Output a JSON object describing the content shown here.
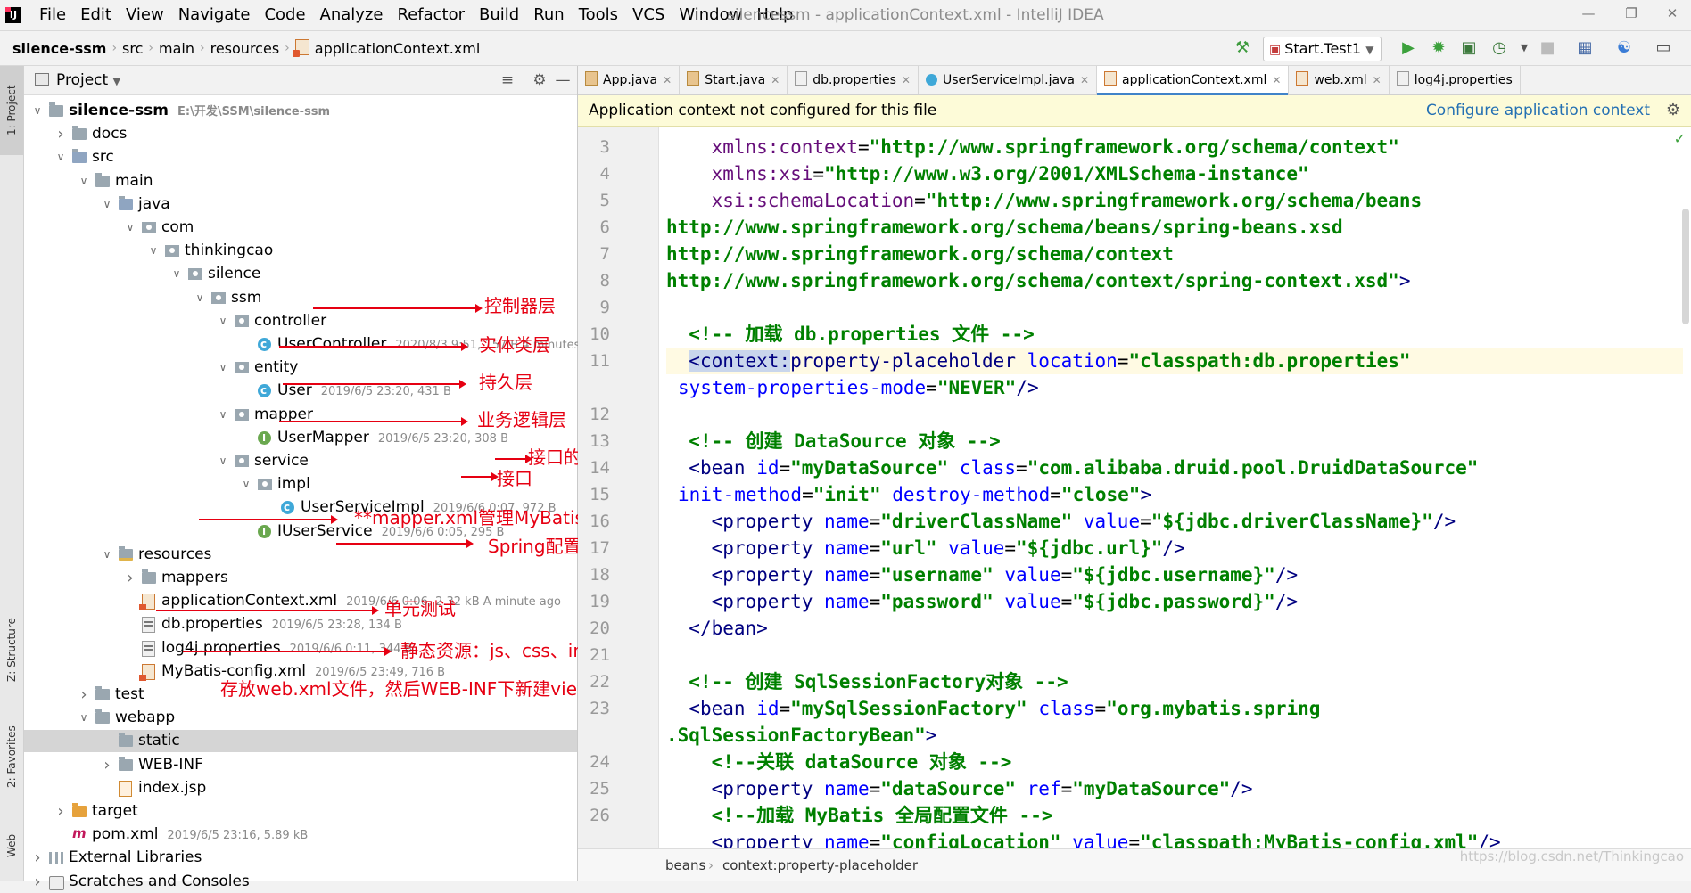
{
  "app": {
    "menus": [
      "File",
      "Edit",
      "View",
      "Navigate",
      "Code",
      "Analyze",
      "Refactor",
      "Build",
      "Run",
      "Tools",
      "VCS",
      "Window",
      "Help"
    ],
    "window_title": "silencessm - applicationContext.xml - IntelliJ IDEA"
  },
  "navbar": {
    "breadcrumbs": [
      "silence-ssm",
      "src",
      "main",
      "resources",
      "applicationContext.xml"
    ],
    "run_config": "Start.Test1"
  },
  "side_tabs": {
    "project": "1: Project",
    "structure": "Z: Structure",
    "favorites": "2: Favorites",
    "web": "Web"
  },
  "project_panel": {
    "title": "Project",
    "tree": [
      {
        "label": "silence-ssm",
        "meta": "E:\\开发\\SSM\\silence-ssm"
      },
      {
        "label": "docs"
      },
      {
        "label": "src"
      },
      {
        "label": "main"
      },
      {
        "label": "java"
      },
      {
        "label": "com"
      },
      {
        "label": "thinkingcao"
      },
      {
        "label": "silence"
      },
      {
        "label": "ssm"
      },
      {
        "label": "controller"
      },
      {
        "label": "UserController",
        "meta": "2020/8/3 9:51, 157 B 4 minutes ago"
      },
      {
        "label": "entity"
      },
      {
        "label": "User",
        "meta": "2019/6/5 23:20, 431 B"
      },
      {
        "label": "mapper"
      },
      {
        "label": "UserMapper",
        "meta": "2019/6/5 23:20, 308 B"
      },
      {
        "label": "service"
      },
      {
        "label": "impl"
      },
      {
        "label": "UserServiceImpl",
        "meta": "2019/6/6 0:07, 972 B"
      },
      {
        "label": "IUserService",
        "meta": "2019/6/6 0:05, 295 B"
      },
      {
        "label": "resources"
      },
      {
        "label": "mappers"
      },
      {
        "label": "applicationContext.xml",
        "meta": "2019/6/6 0:06, 2.32 kB A minute ago"
      },
      {
        "label": "db.properties",
        "meta": "2019/6/5 23:28, 134 B"
      },
      {
        "label": "log4j.properties",
        "meta": "2019/6/6 0:11, 344 B"
      },
      {
        "label": "MyBatis-config.xml",
        "meta": "2019/6/5 23:49, 716 B"
      },
      {
        "label": "test"
      },
      {
        "label": "webapp"
      },
      {
        "label": "static"
      },
      {
        "label": "WEB-INF"
      },
      {
        "label": "index.jsp"
      },
      {
        "label": "target"
      },
      {
        "label": "pom.xml",
        "meta": "2019/6/5 23:16, 5.89 kB"
      },
      {
        "label": "External Libraries"
      },
      {
        "label": "Scratches and Consoles"
      }
    ],
    "annotations": [
      "控制器层",
      "实体类层",
      "持久层",
      "业务逻辑层",
      "接口的实现类",
      "接口",
      "**mapper.xml管理MyBatis的SQL语句",
      "Spring配置文件",
      "单元测试",
      "静态资源：js、css、img、font",
      "存放web.xml文件，然后WEB-INF下新建views存放jsp文件"
    ]
  },
  "editor": {
    "tabs": [
      "App.java",
      "Start.java",
      "db.properties",
      "UserServiceImpl.java",
      "applicationContext.xml",
      "web.xml",
      "log4j.properties"
    ],
    "active_tab": "applicationContext.xml",
    "banner_text": "Application context not configured for this file",
    "banner_link": "Configure application context",
    "line_numbers": [
      "3",
      "4",
      "5",
      "6",
      "7",
      "8",
      "9",
      "10",
      "11",
      "12",
      "13",
      "14",
      "15",
      "16",
      "17",
      "18",
      "19",
      "20",
      "21",
      "22",
      "23",
      "24",
      "25",
      "26"
    ],
    "code": {
      "l3_attr": "xmlns:context",
      "l3_val": "\"http://www.springframework.org/schema/context\"",
      "l4_attr": "xmlns:xsi",
      "l4_val": "\"http://www.w3.org/2001/XMLSchema-instance\"",
      "l5_attr": "xsi:schemaLocation",
      "l5_val": "\"http://www.springframework.org/schema/beans",
      "l6": "http://www.springframework.org/schema/beans/spring-beans.xsd",
      "l7": "http://www.springframework.org/schema/context",
      "l8": "http://www.springframework.org/schema/context/spring-context.xsd\"",
      "l10_comment": "<!-- 加载 db.properties 文件 -->",
      "l11_ns": "context:",
      "l11_tag": "property-placeholder",
      "l11_attr": "location",
      "l11_val": "\"classpath:db.properties\"",
      "l11b_attr": "system-properties-mode",
      "l11b_val": "\"NEVER\"",
      "l13_comment": "<!-- 创建 DataSource 对象 -->",
      "l14_tag": "bean",
      "l14_attr1": "id",
      "l14_val1": "\"myDataSource\"",
      "l14_attr2": "class",
      "l14_val2": "\"com.alibaba.druid.pool.DruidDataSource\"",
      "l14b_attr1": "init-method",
      "l14b_val1": "\"init\"",
      "l14b_attr2": "destroy-method",
      "l14b_val2": "\"close\"",
      "prop_tag": "property",
      "name_attr": "name",
      "value_attr": "value",
      "ref_attr": "ref",
      "p1_name": "\"driverClassName\"",
      "p1_val": "\"${jdbc.driverClassName}\"",
      "p2_name": "\"url\"",
      "p2_val": "\"${jdbc.url}\"",
      "p3_name": "\"username\"",
      "p3_val": "\"${jdbc.username}\"",
      "p4_name": "\"password\"",
      "p4_val": "\"${jdbc.password}\"",
      "l19_close": "</bean>",
      "l21_comment": "<!-- 创建 SqlSessionFactory对象 -->",
      "l22_tag": "bean",
      "l22_attr1": "id",
      "l22_val1": "\"mySqlSessionFactory\"",
      "l22_attr2": "class",
      "l22_val2": "\"org.mybatis.spring",
      "l22b_val": ".SqlSessionFactoryBean\"",
      "l23_comment": "<!--关联 dataSource 对象 -->",
      "l24_name": "\"dataSource\"",
      "l24_ref": "\"myDataSource\"",
      "l25_comment": "<!--加载 MyBatis 全局配置文件 -->",
      "l26_name": "\"configLocation\"",
      "l26_val": "\"classpath:MyBatis-config.xml\""
    },
    "breadcrumb": [
      "beans",
      "context:property-placeholder"
    ]
  },
  "watermark": "https://blog.csdn.net/Thinkingcao"
}
